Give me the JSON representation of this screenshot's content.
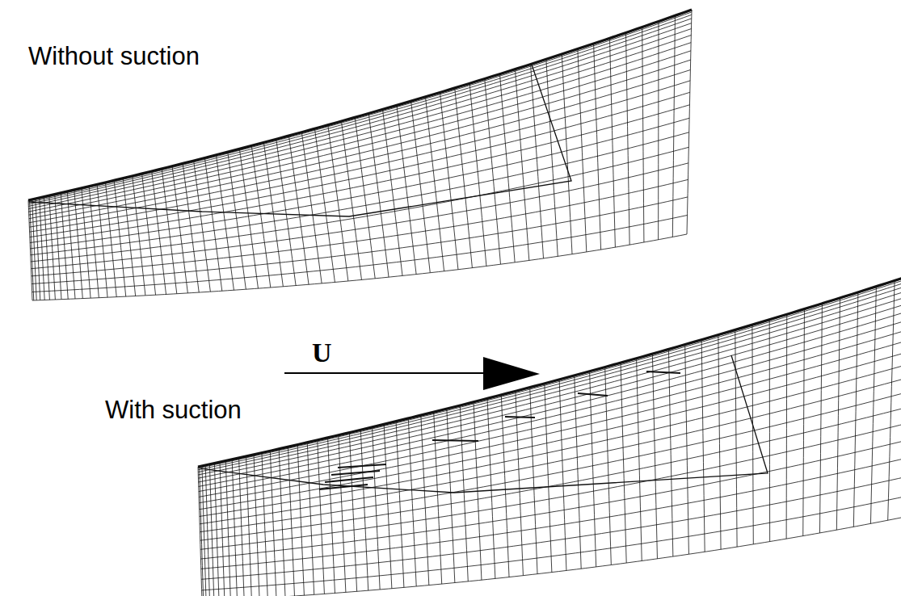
{
  "diagram": {
    "labels": [
      "Without suction",
      "U",
      "With suction"
    ]
  }
}
